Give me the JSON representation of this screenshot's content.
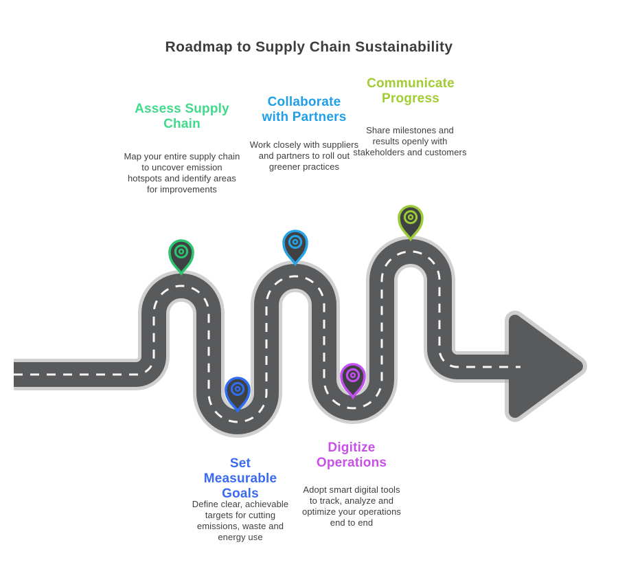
{
  "title": "Roadmap to Supply Chain Sustainability",
  "colors": {
    "road": "#595a5c",
    "halo": "#a9a9a9",
    "dash": "#ffffff",
    "text": "#3d3d3d",
    "pin_fill": "#3f4143"
  },
  "steps": [
    {
      "label": "Assess Supply Chain",
      "description": "Map your entire supply chain to uncover emission hotspots and identify areas for improvements",
      "accent": "#41d98b",
      "pin": "#2cc46e",
      "position": "top"
    },
    {
      "label": "Set Measurable Goals",
      "description": "Define clear, achievable targets for cutting emissions, waste and energy use",
      "accent": "#3b6af2",
      "pin": "#2f6df0",
      "position": "bottom"
    },
    {
      "label": "Collaborate with Partners",
      "description": "Work closely with suppliers and partners to roll out greener practices",
      "accent": "#1f9fe8",
      "pin": "#27a3e6",
      "position": "top"
    },
    {
      "label": "Digitize Operations",
      "description": "Adopt smart digital tools to track, analyze and optimize your operations end to end",
      "accent": "#c84fe8",
      "pin": "#c44ff2",
      "position": "bottom"
    },
    {
      "label": "Communicate Progress",
      "description": "Share milestones and results openly with stakeholders and customers",
      "accent": "#a2cc33",
      "pin": "#9cc937",
      "position": "top"
    }
  ]
}
